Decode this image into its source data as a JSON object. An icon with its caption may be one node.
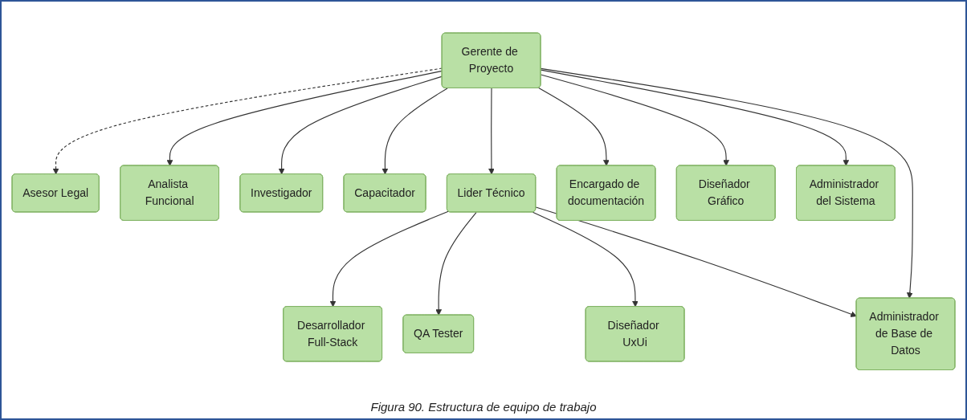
{
  "diagram": {
    "caption": "Figura 90. Estructura de equipo de trabajo",
    "nodes": [
      {
        "text": [
          "Gerente de Proyecto"
        ]
      },
      {
        "text": [
          "Asesor Legal"
        ]
      },
      {
        "text": [
          "Analista Funcional"
        ]
      },
      {
        "text": [
          "Investigador"
        ]
      },
      {
        "text": [
          "Capacitador"
        ]
      },
      {
        "text": [
          "Lider Técnico"
        ]
      },
      {
        "text": [
          "Encargado de documentación"
        ]
      },
      {
        "text": [
          "Diseñador Gráfico"
        ]
      },
      {
        "text": [
          "Administrador del Sistema"
        ]
      },
      {
        "text": [
          "Desarrollador Full-Stack"
        ]
      },
      {
        "text": [
          "QA Tester"
        ]
      },
      {
        "text": [
          "Diseñador UxUi"
        ]
      },
      {
        "text": [
          "Administrador de Base de Datos"
        ]
      }
    ],
    "edges": [
      {
        "from": 0,
        "to": 1,
        "arrow": "to",
        "style": "dashed"
      },
      {
        "from": 0,
        "to": 2,
        "arrow": "to"
      },
      {
        "from": 0,
        "to": 3,
        "arrow": "to"
      },
      {
        "from": 0,
        "to": 4,
        "arrow": "to"
      },
      {
        "from": 0,
        "to": 5,
        "arrow": "to"
      },
      {
        "from": 0,
        "to": 6,
        "arrow": "to"
      },
      {
        "from": 0,
        "to": 7,
        "arrow": "to"
      },
      {
        "from": 0,
        "to": 8,
        "arrow": "to"
      },
      {
        "from": 0,
        "to": 12,
        "arrow": "to"
      },
      {
        "from": 5,
        "to": 9,
        "arrow": "to"
      },
      {
        "from": 5,
        "to": 10,
        "arrow": "to"
      },
      {
        "from": 5,
        "to": 11,
        "arrow": "to"
      },
      {
        "from": 5,
        "to": 12,
        "arrow": "to"
      }
    ]
  }
}
